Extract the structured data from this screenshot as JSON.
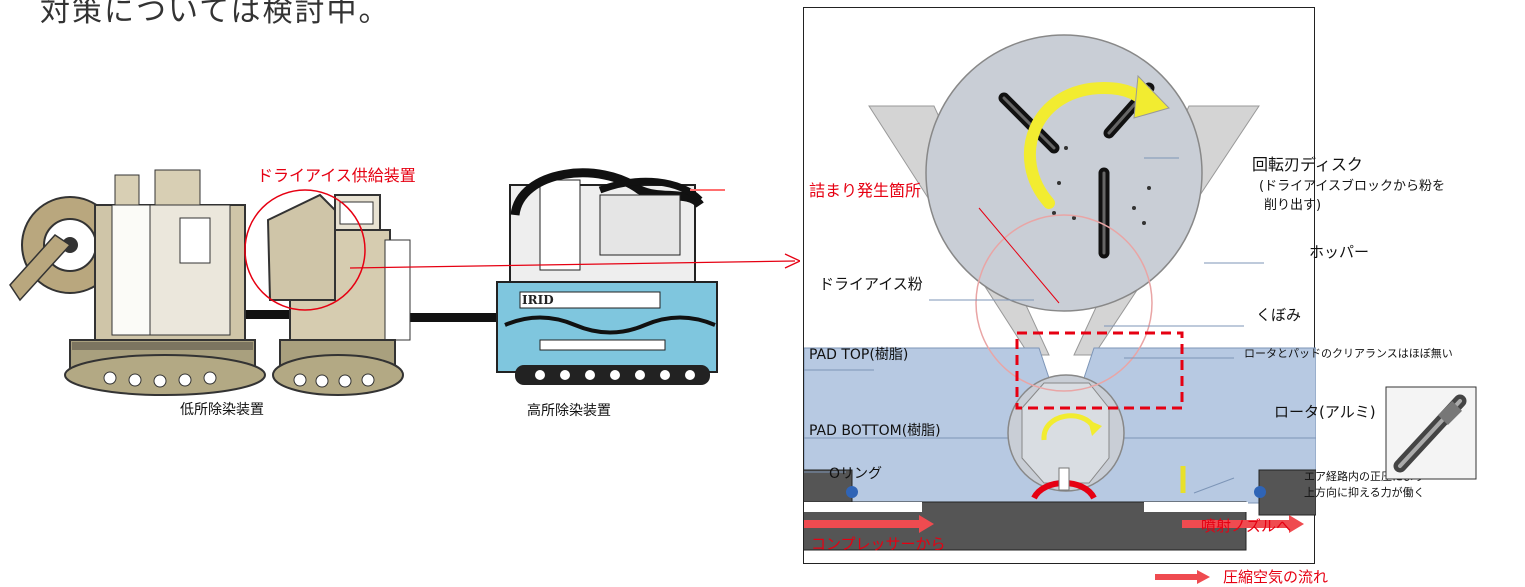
{
  "top_text": "対策については検討中。",
  "left": {
    "supply_label": "ドライアイス供給装置",
    "low_label": "低所除染装置",
    "high_label": "高所除染装置",
    "plate_irid": "IRID"
  },
  "diagram": {
    "disk_label": "回転刃ディスク",
    "disk_note_line1": "(ドライアイスブロックから粉を",
    "disk_note_line2": "削り出す)",
    "clog_label": "詰まり発生箇所",
    "hopper_label": "ホッパー",
    "powder_label": "ドライアイス粉",
    "dent_label": "くぼみ",
    "pad_top_label": "PAD TOP(樹脂)",
    "clearance_label": "ロータとパッドのクリアランスはほぼ無い",
    "rotor_label": "ロータ(アルミ)",
    "pad_bottom_label": "PAD BOTTOM(樹脂)",
    "oring_label": "Oリング",
    "pressure_line1": "エア経路内の正圧により",
    "pressure_line2": "上方向に抑える力が働く",
    "compressor_label": "コンプレッサーから",
    "nozzle_label": "噴射ノズルへ"
  },
  "legend": {
    "air_flow_label": "圧縮空気の流れ"
  },
  "colors": {
    "accent_red": "#e60012",
    "pad_blue": "#b7c9e2",
    "disk_gray": "#c9ced6",
    "hopper_gray": "#d4d4d4"
  }
}
